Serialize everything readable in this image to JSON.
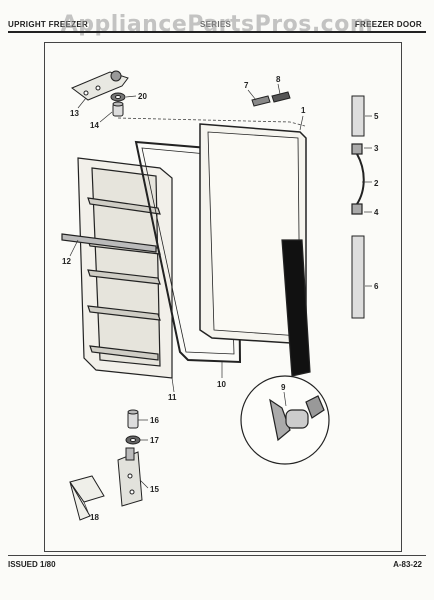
{
  "header": {
    "left": "UPRIGHT FREEZER",
    "middle": "SERIES",
    "right": "FREEZER DOOR"
  },
  "watermark": "AppliancePartsPros.com",
  "footer": {
    "issued": "ISSUED 1/80",
    "page_code": "A-83-22"
  },
  "callouts": [
    "1",
    "2",
    "3",
    "4",
    "5",
    "6",
    "7",
    "8",
    "9",
    "10",
    "11",
    "12",
    "13",
    "14",
    "15",
    "16",
    "17",
    "18",
    "20"
  ]
}
